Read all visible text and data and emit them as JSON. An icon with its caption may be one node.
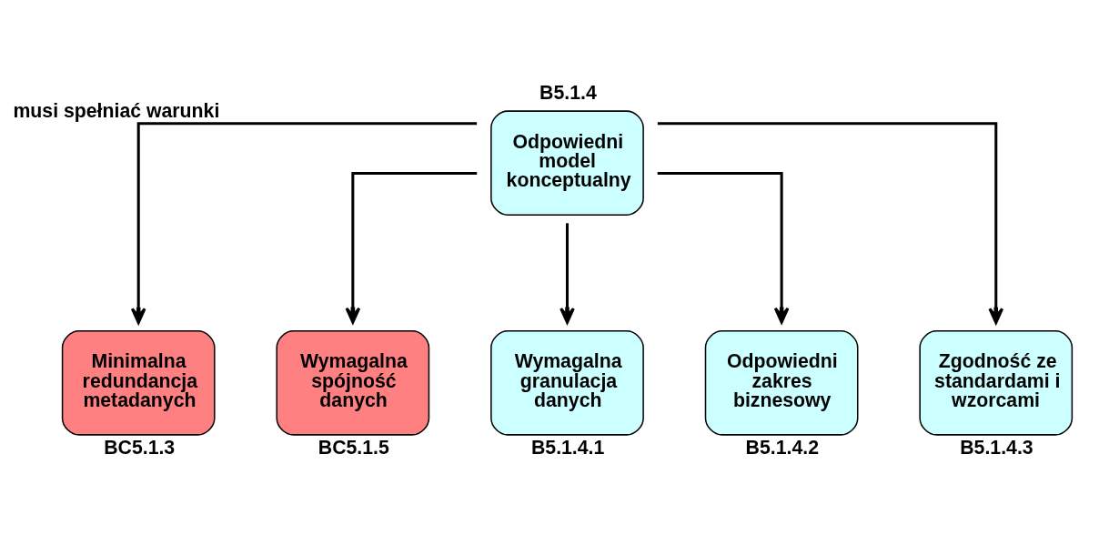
{
  "diagram": {
    "nodes": [
      {
        "text": [
          "Odpowiedni model konceptualny"
        ],
        "beside": [
          "B5.1.4"
        ]
      },
      {
        "text": [
          "Minimalna redundancja metadanych"
        ],
        "beside": [
          "BC5.1.3"
        ]
      },
      {
        "text": [
          "Wymagalna spójność danych"
        ],
        "beside": [
          "BC5.1.5"
        ]
      },
      {
        "text": [
          "Wymagalna granulacja danych"
        ],
        "beside": [
          "B5.1.4.1"
        ]
      },
      {
        "text": [
          "Odpowiedni zakres biznesowy"
        ],
        "beside": [
          "B5.1.4.2"
        ]
      },
      {
        "text": [
          "Zgodność ze standardami i wzorcami"
        ],
        "beside": [
          "B5.1.4.3"
        ]
      }
    ],
    "edges": [
      {
        "from": 0,
        "to": 1,
        "arrow": "to",
        "label": "musi spełniać warunki"
      },
      {
        "from": 0,
        "to": 2,
        "arrow": "to"
      },
      {
        "from": 0,
        "to": 3,
        "arrow": "to"
      },
      {
        "from": 0,
        "to": 4,
        "arrow": "to"
      },
      {
        "from": 0,
        "to": 5,
        "arrow": "to"
      }
    ]
  }
}
